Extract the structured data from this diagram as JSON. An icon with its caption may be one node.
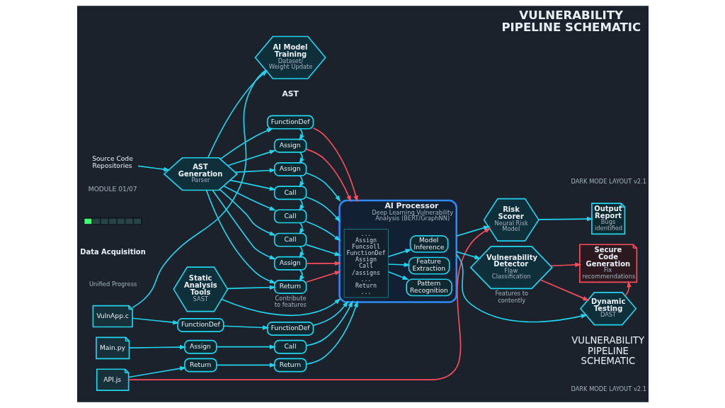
{
  "diagram": {
    "title": "VULNERABILITY PIPELINE SCHEMATIC",
    "nodes": [
      {
        "text": [
          "Source Code Repositories"
        ]
      },
      {
        "text": [
          "AST Generation",
          "Parser"
        ]
      },
      {
        "text": [
          "AI Model Training",
          "Dataset/ Weight Update"
        ]
      },
      {
        "text": [
          "VulnApp.c"
        ]
      },
      {
        "text": [
          "Main.py"
        ]
      },
      {
        "text": [
          "API.js"
        ]
      },
      {
        "text": [
          "FunctionDef"
        ]
      },
      {
        "text": [
          "Assign"
        ]
      },
      {
        "text": [
          "Return"
        ]
      },
      {
        "text": [
          "FunctionDef"
        ]
      },
      {
        "text": [
          "Call"
        ]
      },
      {
        "text": [
          "Return"
        ]
      },
      {
        "text": [
          "FunctionDef"
        ]
      },
      {
        "text": [
          "Assign"
        ]
      },
      {
        "text": [
          "Assign"
        ]
      },
      {
        "text": [
          "Call"
        ]
      },
      {
        "text": [
          "Call"
        ]
      },
      {
        "text": [
          "Call"
        ]
      },
      {
        "text": [
          "Assign"
        ]
      },
      {
        "text": [
          "Return"
        ]
      },
      {
        "text": [
          "AI Processor",
          "Deep Learning Vulnerability Analysis (BERT/GraphNN)"
        ]
      },
      {
        "text": [
          "... Assign Funcsoll FunctionDef Assign Call /assigns ... Return ..."
        ],
        "in": 20
      },
      {
        "text": [
          "Feature Extraction"
        ],
        "in": 20
      },
      {
        "text": [
          "Model Inference"
        ],
        "in": 20
      },
      {
        "text": [
          "Pattern Recognition"
        ],
        "in": 20
      },
      {
        "text": [
          "Risk Scorer",
          "Neural Risk Model"
        ]
      },
      {
        "text": [
          "Output Report",
          "Bugs identified"
        ]
      },
      {
        "text": [
          "Vulnerability Detector",
          "Flaw Classification"
        ]
      },
      {
        "text": [
          "Secure Code Generation",
          "Fix recommendations"
        ]
      },
      {
        "text": [
          "Static Analysis Tools",
          "SAST"
        ]
      },
      {
        "text": [
          "Dynamic Testing",
          "DAST"
        ]
      }
    ],
    "edges": [
      {
        "from": 0,
        "to": 1,
        "arrow": "to"
      },
      {
        "from": 1,
        "to": 2,
        "arrow": "to"
      },
      {
        "from": 2,
        "to": 3,
        "arrow": "none"
      },
      {
        "from": 3,
        "to": 6,
        "arrow": "to"
      },
      {
        "from": 4,
        "to": 7,
        "arrow": "to"
      },
      {
        "from": 5,
        "to": 8,
        "arrow": "to"
      },
      {
        "from": 6,
        "to": 9,
        "arrow": "to"
      },
      {
        "from": 7,
        "to": 10,
        "arrow": "to"
      },
      {
        "from": 8,
        "to": 11,
        "arrow": "to"
      },
      {
        "from": 9,
        "to": 20,
        "arrow": "to"
      },
      {
        "from": 10,
        "to": 20,
        "arrow": "to"
      },
      {
        "from": 11,
        "to": 20,
        "arrow": "to"
      },
      {
        "from": 5,
        "to": 25,
        "arrow": "to",
        "color": "#ff4d5d"
      },
      {
        "from": 1,
        "to": 12,
        "arrow": "to"
      },
      {
        "from": 1,
        "to": 13,
        "arrow": "to"
      },
      {
        "from": 1,
        "to": 14,
        "arrow": "to"
      },
      {
        "from": 1,
        "to": 15,
        "arrow": "to"
      },
      {
        "from": 1,
        "to": 16,
        "arrow": "to"
      },
      {
        "from": 1,
        "to": 17,
        "arrow": "to"
      },
      {
        "from": 1,
        "to": 18,
        "arrow": "to"
      },
      {
        "from": 1,
        "to": 19,
        "arrow": "to"
      },
      {
        "from": 12,
        "to": 13,
        "arrow": "to"
      },
      {
        "from": 13,
        "to": 14,
        "arrow": "to"
      },
      {
        "from": 14,
        "to": 15,
        "arrow": "to"
      },
      {
        "from": 15,
        "to": 16,
        "arrow": "to"
      },
      {
        "from": 16,
        "to": 17,
        "arrow": "to"
      },
      {
        "from": 17,
        "to": 18,
        "arrow": "to"
      },
      {
        "from": 18,
        "to": 19,
        "arrow": "to"
      },
      {
        "from": 12,
        "to": 20,
        "arrow": "to",
        "color": "#ff4d5d"
      },
      {
        "from": 13,
        "to": 20,
        "arrow": "to",
        "color": "#ff4d5d"
      },
      {
        "from": 14,
        "to": 20,
        "arrow": "to"
      },
      {
        "from": 15,
        "to": 20,
        "arrow": "to"
      },
      {
        "from": 16,
        "to": 20,
        "arrow": "to"
      },
      {
        "from": 17,
        "to": 20,
        "arrow": "to"
      },
      {
        "from": 18,
        "to": 20,
        "arrow": "to",
        "color": "#ff4d5d"
      },
      {
        "from": 19,
        "to": 20,
        "arrow": "to",
        "color": "#ff4d5d"
      },
      {
        "from": 21,
        "to": 22,
        "arrow": "to"
      },
      {
        "from": 21,
        "to": 23,
        "arrow": "to"
      },
      {
        "from": 21,
        "to": 24,
        "arrow": "to"
      },
      {
        "from": 20,
        "to": 25,
        "arrow": "to"
      },
      {
        "from": 20,
        "to": 27,
        "arrow": "to"
      },
      {
        "from": 25,
        "to": 26,
        "arrow": "to"
      },
      {
        "from": 27,
        "to": 28,
        "arrow": "to",
        "color": "#ff4d5d"
      },
      {
        "from": 27,
        "to": 30,
        "arrow": "to",
        "color": "#ff4d5d"
      },
      {
        "from": 30,
        "to": 28,
        "arrow": "to",
        "color": "#ff4d5d"
      },
      {
        "from": 29,
        "to": 19,
        "arrow": "to"
      },
      {
        "from": 29,
        "to": 20,
        "arrow": "to",
        "label": "Contribute to features"
      },
      {
        "from": 20,
        "to": 30,
        "arrow": "to",
        "label": "Features to contently"
      }
    ],
    "labels": [
      "MODULE 01/07",
      "Data Acquisition",
      "Unified Progress",
      "DARK MODE LAYOUT v2.1",
      "AST",
      "VULNERABILITY PIPELINE SCHEMATIC",
      "DARK MODE LAYOUT v2.1"
    ]
  }
}
